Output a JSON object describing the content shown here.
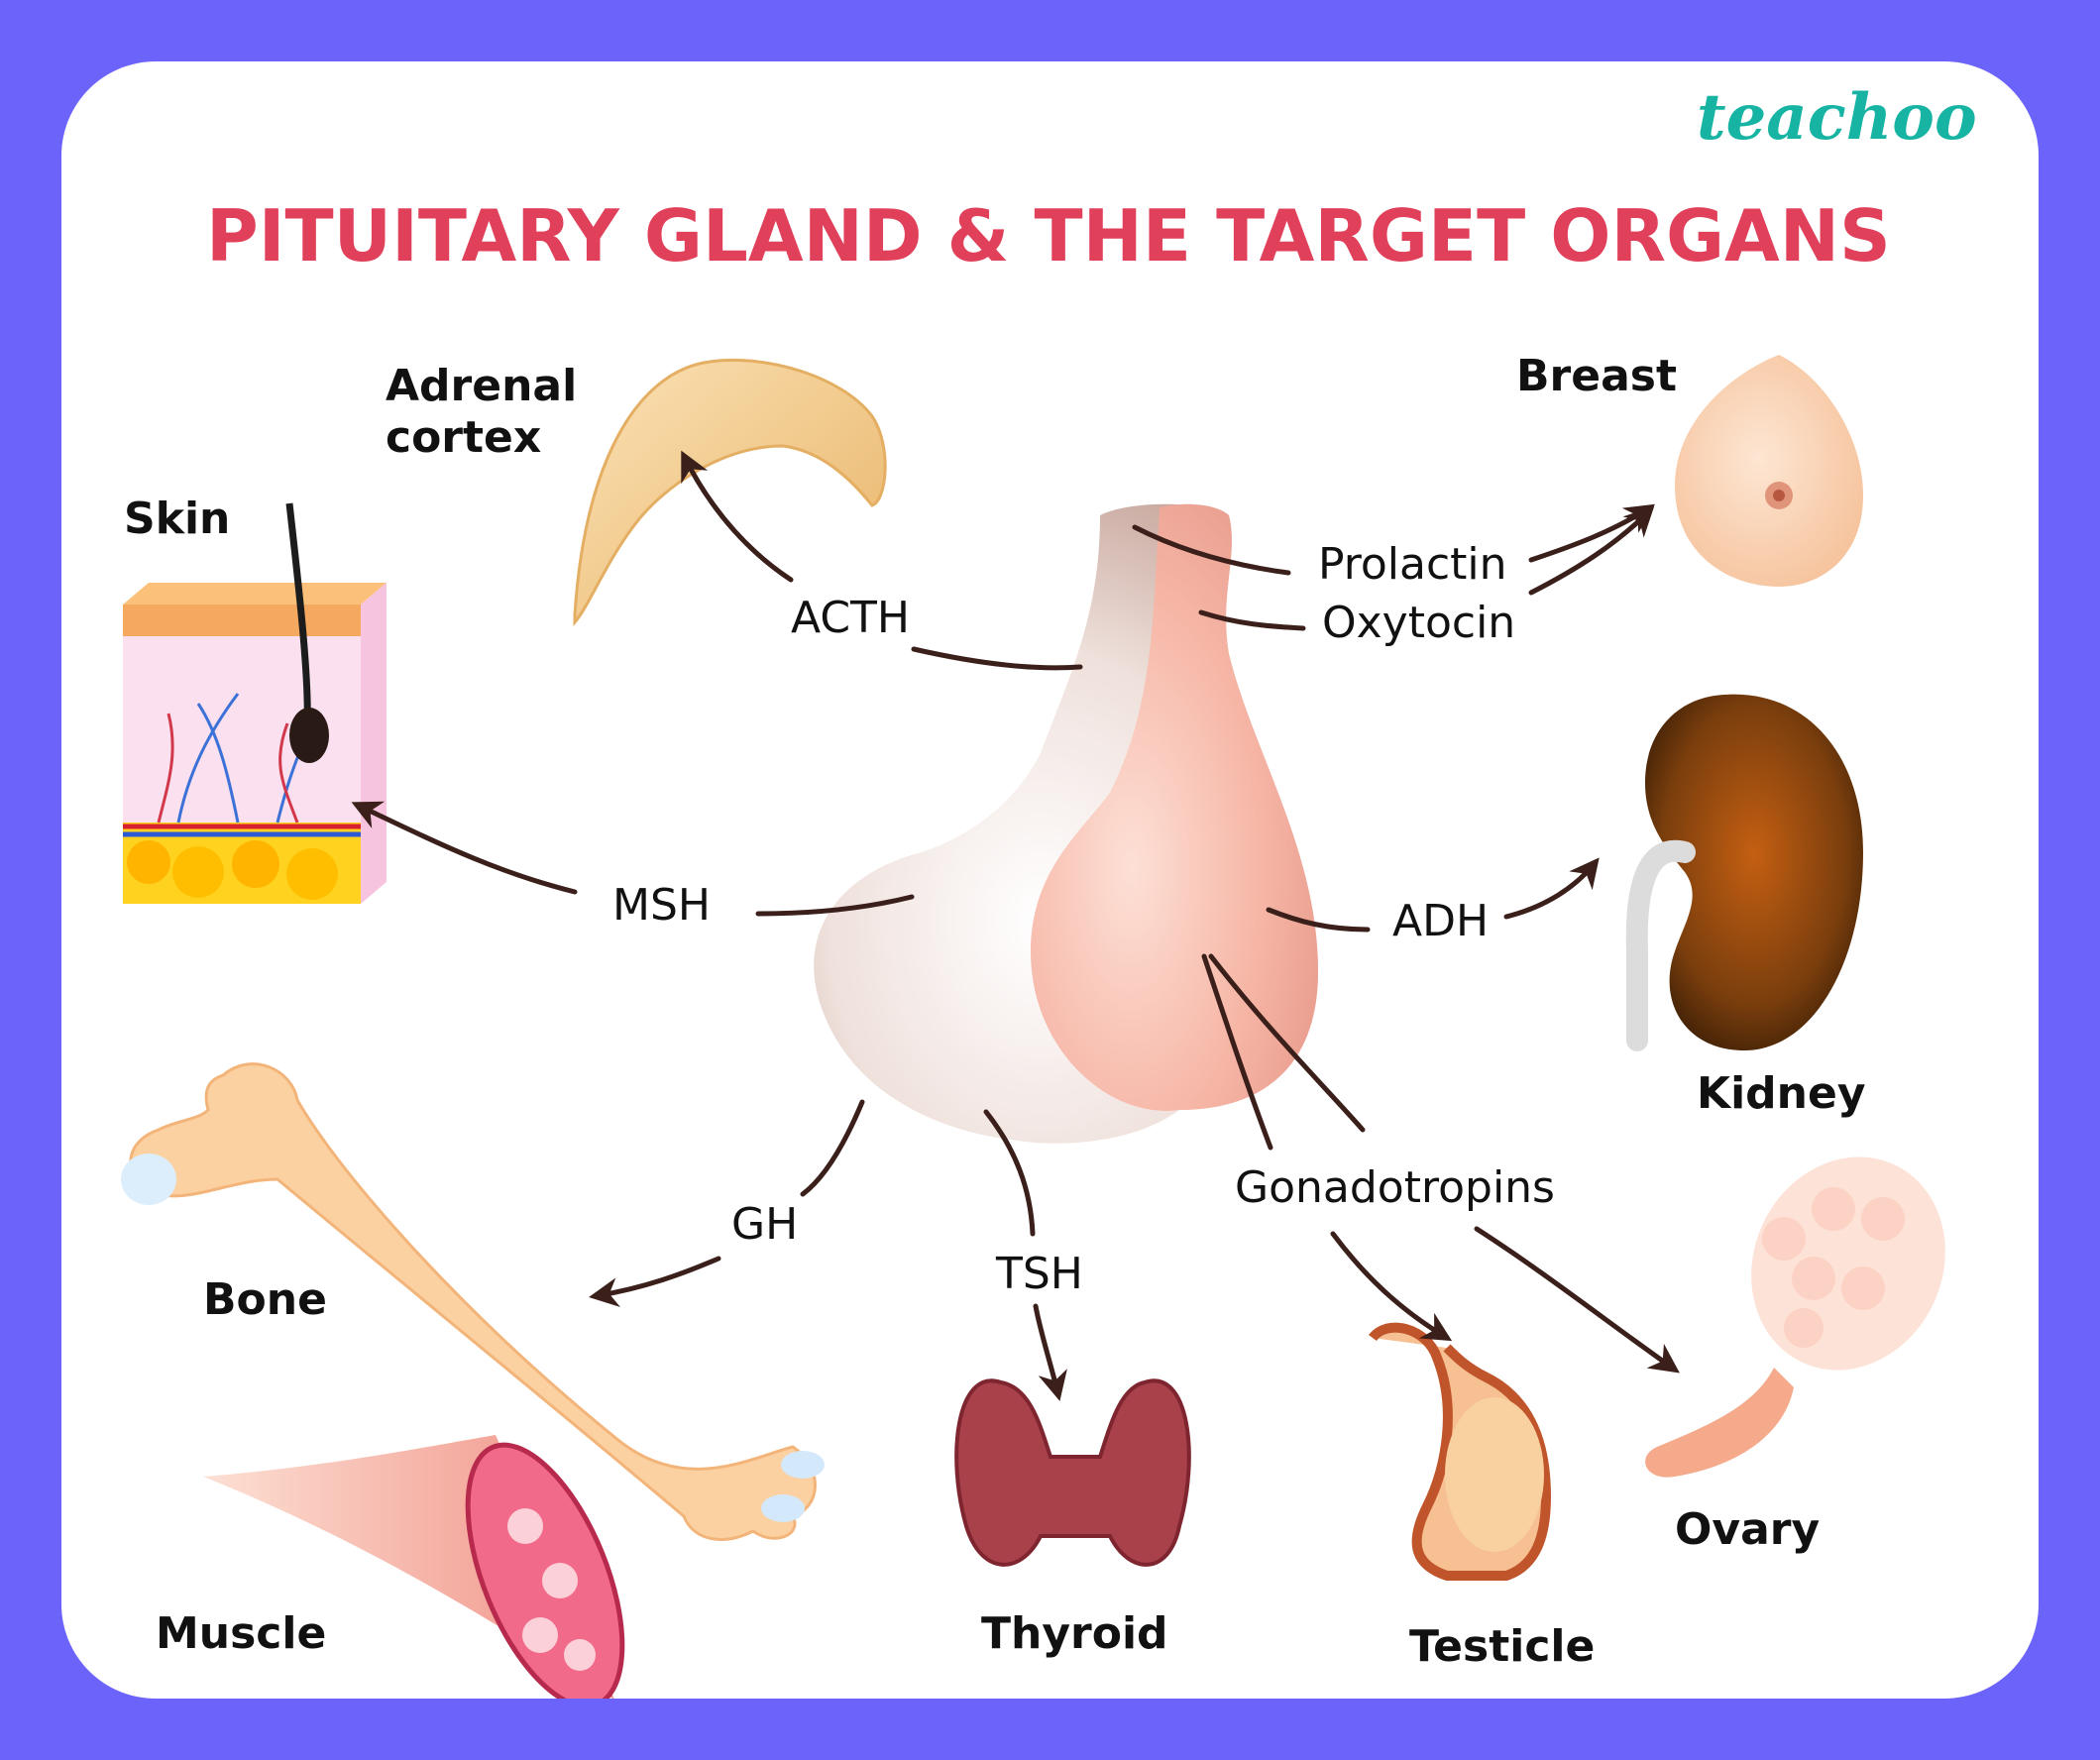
{
  "brand": {
    "logo": "teachoo"
  },
  "title": "PITUITARY GLAND & THE TARGET ORGANS",
  "hormones": {
    "acth": "ACTH",
    "prolactin": "Prolactin",
    "oxytocin": "Oxytocin",
    "msh": "MSH",
    "adh": "ADH",
    "gh": "GH",
    "tsh": "TSH",
    "gonadotropins": "Gonadotropins"
  },
  "organs": {
    "adrenal_cortex_line1": "Adrenal",
    "adrenal_cortex_line2": "cortex",
    "breast": "Breast",
    "skin": "Skin",
    "kidney": "Kidney",
    "bone": "Bone",
    "muscle": "Muscle",
    "thyroid": "Thyroid",
    "testicle": "Testicle",
    "ovary": "Ovary"
  },
  "colors": {
    "border": "#6c63fb",
    "title": "#e0405a",
    "logo": "#17b3a3",
    "arrow": "#3a1f1a"
  }
}
